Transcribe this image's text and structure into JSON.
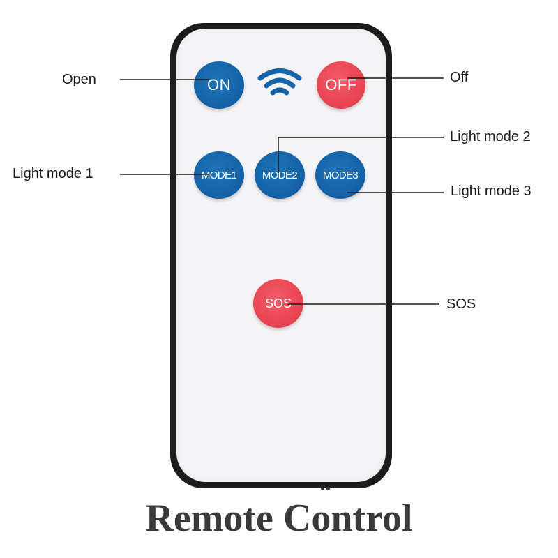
{
  "remote": {
    "buttons": {
      "on": "ON",
      "off": "OFF",
      "mode1": "MODE1",
      "mode2": "MODE2",
      "mode3": "MODE3",
      "sos": "SOS"
    },
    "signal_icon": "wifi-icon"
  },
  "callouts": {
    "open": "Open",
    "off": "Off",
    "light_mode_1": "Light mode 1",
    "light_mode_2": "Light mode 2",
    "light_mode_3": "Light mode 3",
    "sos": "SOS"
  },
  "title": "Remote Control",
  "colors": {
    "blue_button": "#1563a8",
    "red_button": "#ea4654",
    "remote_body": "#1c1c1c",
    "remote_face": "#f4f4f6",
    "callout_line": "#1a1a1a",
    "title_text": "#3a3a3a"
  }
}
